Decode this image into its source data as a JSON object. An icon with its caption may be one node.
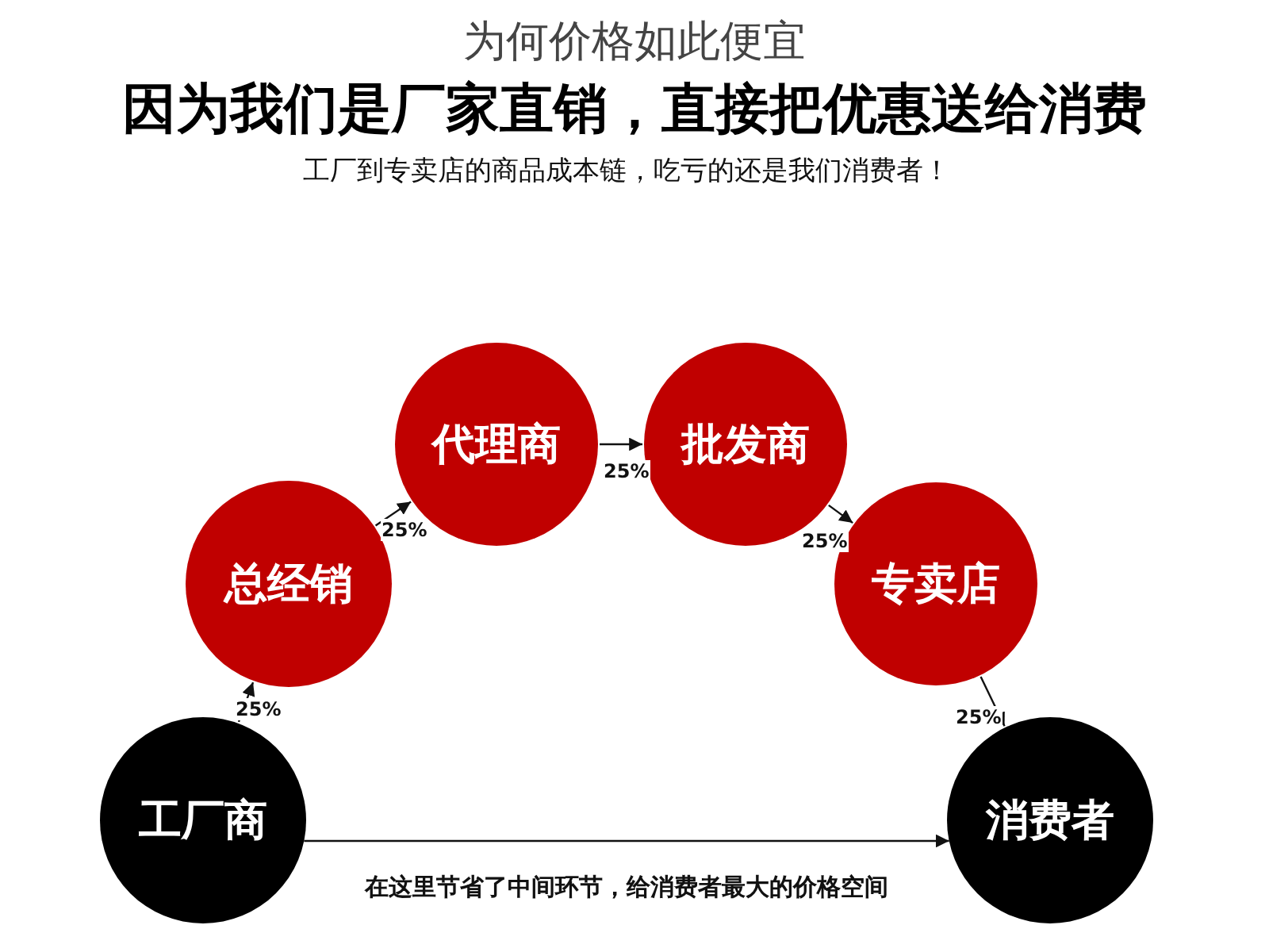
{
  "diagram": {
    "title": "为何价格如此便宜",
    "nodes": [
      {
        "text": [
          "工厂商"
        ]
      },
      {
        "text": [
          "总经销"
        ]
      },
      {
        "text": [
          "代理商"
        ]
      },
      {
        "text": [
          "批发商"
        ]
      },
      {
        "text": [
          "专卖店"
        ]
      },
      {
        "text": [
          "消费者"
        ]
      }
    ],
    "edges": [
      {
        "from": 0,
        "to": 1,
        "arrow": "to",
        "label": "25%"
      },
      {
        "from": 1,
        "to": 2,
        "arrow": "to",
        "label": "25%"
      },
      {
        "from": 2,
        "to": 3,
        "arrow": "to",
        "label": "25%"
      },
      {
        "from": 3,
        "to": 4,
        "arrow": "to",
        "label": "25%"
      },
      {
        "from": 4,
        "to": 5,
        "arrow": "to",
        "label": "25%"
      },
      {
        "from": 0,
        "to": 5,
        "arrow": "to",
        "label": "在这里节省了中间环节，给消费者最大的价格空间"
      }
    ],
    "labels": [
      "因为我们是厂家直销，直接把优惠送给消费",
      "工厂到专卖店的商品成本链，吃亏的还是我们消费者！"
    ]
  }
}
